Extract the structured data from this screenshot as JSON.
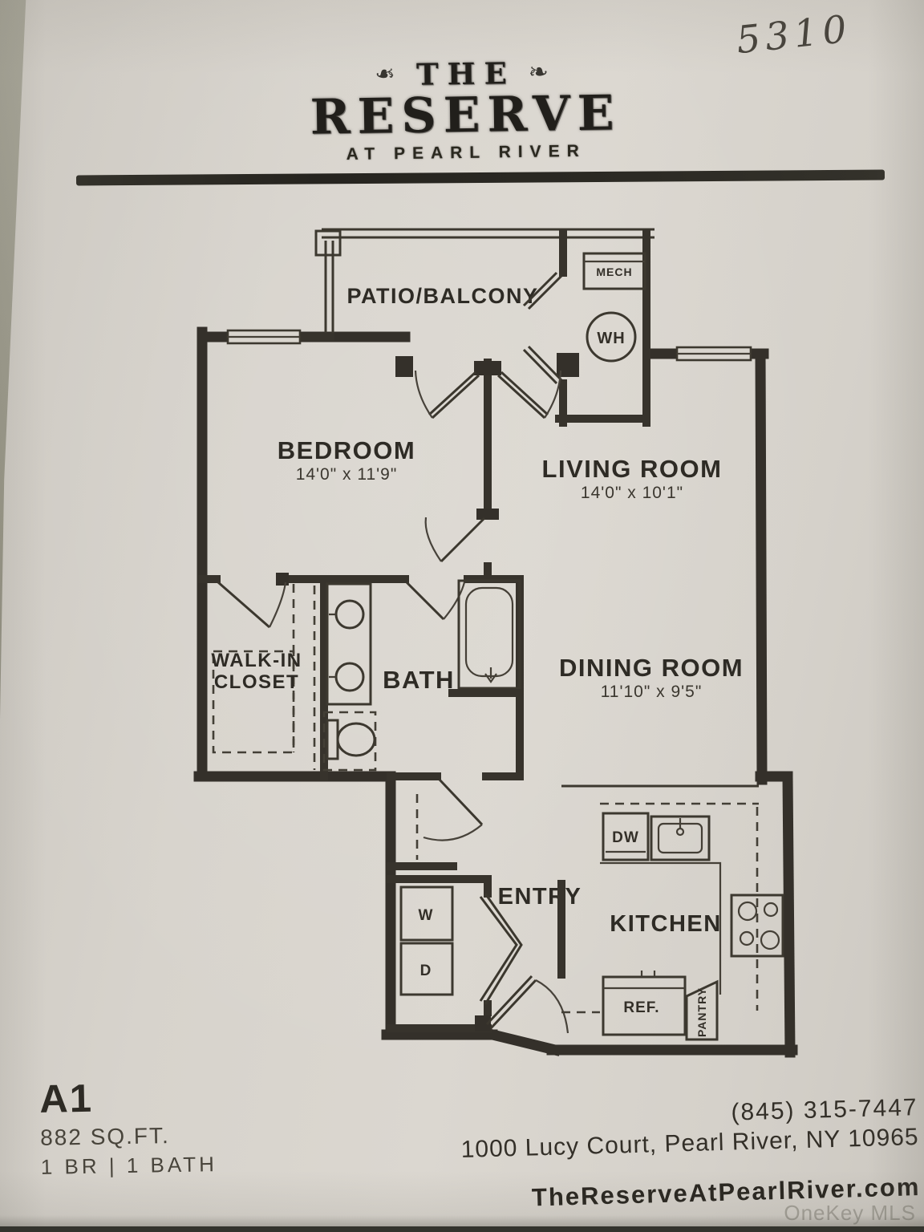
{
  "page": {
    "handwritten_number": "5310",
    "watermark": "OneKey MLS"
  },
  "logo": {
    "the": "THE",
    "reserve": "RESERVE",
    "tagline": "AT PEARL RIVER",
    "flourish": "❧"
  },
  "floorplan": {
    "rooms": {
      "patio": {
        "name": "PATIO/BALCONY"
      },
      "bedroom": {
        "name": "BEDROOM",
        "dims": "14'0\" x 11'9\""
      },
      "living": {
        "name": "LIVING ROOM",
        "dims": "14'0\" x 10'1\""
      },
      "closet": {
        "line1": "WALK-IN",
        "line2": "CLOSET"
      },
      "bath": {
        "name": "BATH"
      },
      "dining": {
        "name": "DINING ROOM",
        "dims": "11'10\" x 9'5\""
      },
      "entry": {
        "name": "ENTRY"
      },
      "kitchen": {
        "name": "KITCHEN"
      }
    },
    "fixtures": {
      "mech": "MECH",
      "water_heater": "WH",
      "dishwasher": "DW",
      "washer": "W",
      "dryer": "D",
      "refrigerator": "REF.",
      "pantry": "PANTRY"
    }
  },
  "footer": {
    "unit": "A1",
    "sqft": "882 SQ.FT.",
    "config": "1 BR | 1 BATH",
    "phone": "(845) 315-7447",
    "address": "1000 Lucy Court, Pearl River, NY 10965",
    "website": "TheReserveAtPearlRiver.com"
  },
  "colors": {
    "ink": "#34302a",
    "paper": "#d7d3cc"
  }
}
